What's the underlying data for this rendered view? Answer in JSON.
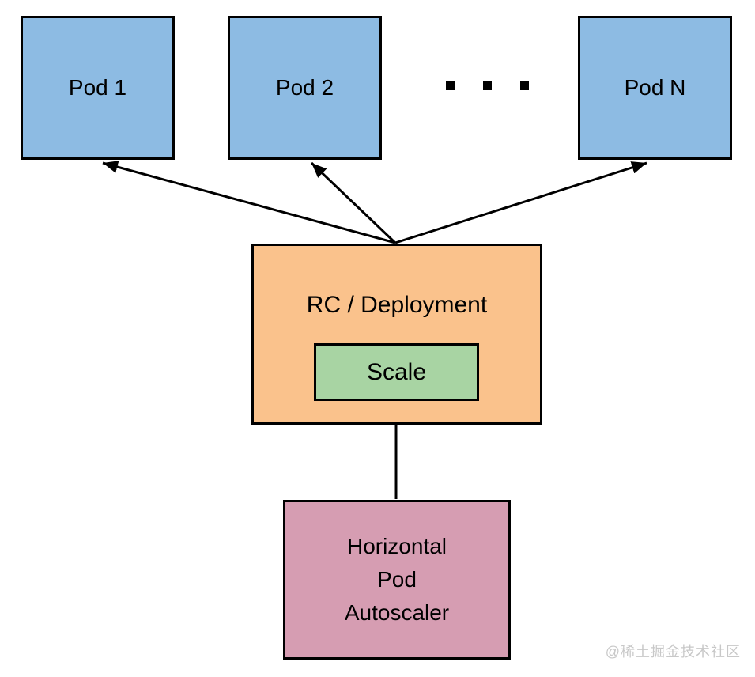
{
  "diagram": {
    "nodes": {
      "pod1": {
        "label": "Pod 1"
      },
      "pod2": {
        "label": "Pod 2"
      },
      "podn": {
        "label": "Pod N"
      },
      "rc": {
        "label": "RC / Deployment"
      },
      "scale": {
        "label": "Scale"
      },
      "hpa": {
        "lines": [
          "Horizontal",
          "Pod",
          "Autoscaler"
        ]
      }
    },
    "icons": {
      "ellipsis": "three-black-square-dots"
    },
    "edges": [
      {
        "from": "rc",
        "to": "pod1"
      },
      {
        "from": "rc",
        "to": "pod2"
      },
      {
        "from": "rc",
        "to": "podn"
      },
      {
        "from": "hpa",
        "to": "scale"
      }
    ],
    "colors": {
      "pod_fill": "#8dbbe3",
      "rc_fill": "#fac28c",
      "scale_fill": "#a8d4a3",
      "hpa_fill": "#d69db2",
      "border": "#000000",
      "watermark_text": "#c8c8c8"
    },
    "watermark": "@稀土掘金技术社区"
  }
}
